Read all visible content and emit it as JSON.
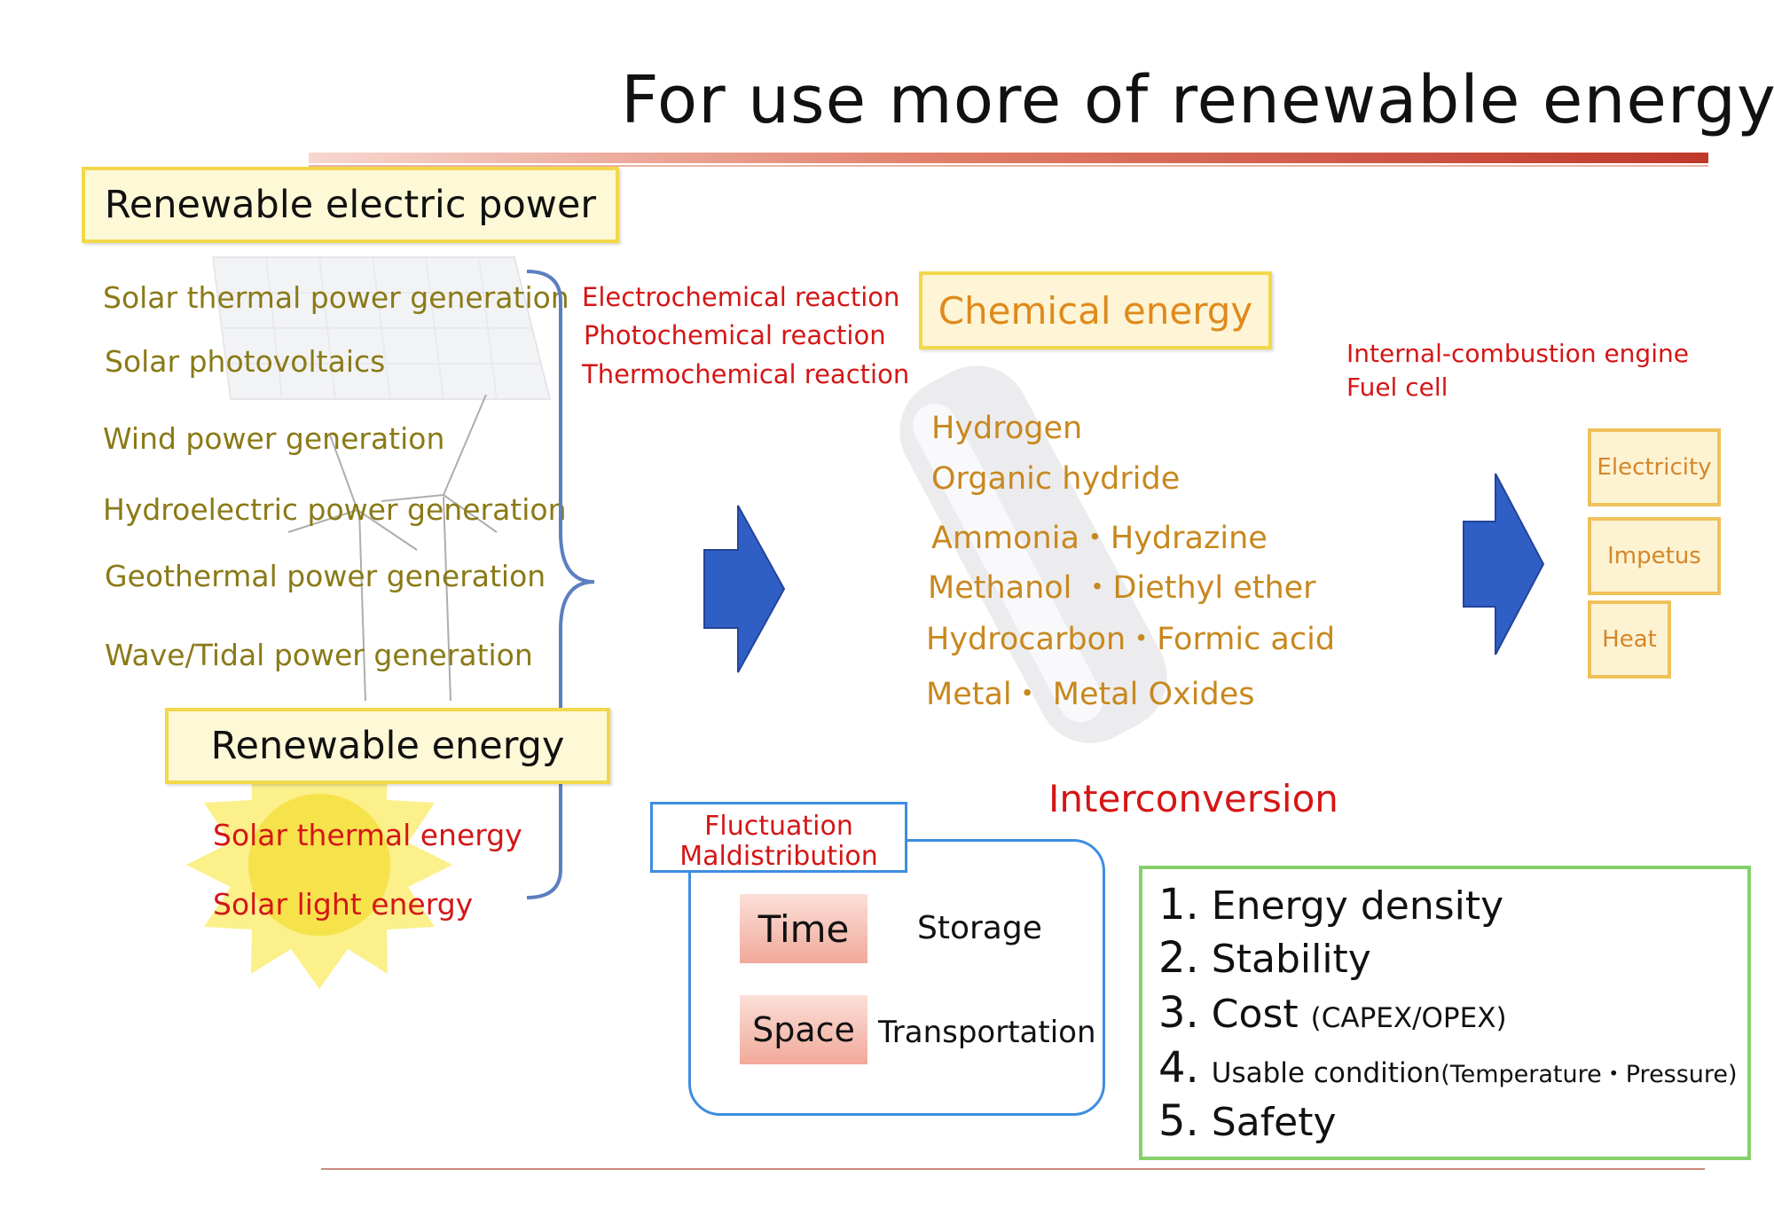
{
  "title": "For use more of renewable energy",
  "renewable_electric_power": {
    "heading": "Renewable electric power",
    "items": [
      "Solar thermal power generation",
      "Solar photovoltaics",
      "Wind power generation",
      "Hydroelectric power generation",
      "Geothermal power generation",
      "Wave/Tidal power generation"
    ]
  },
  "renewable_energy": {
    "heading": "Renewable energy",
    "items": [
      "Solar thermal energy",
      "Solar light energy"
    ]
  },
  "reactions": [
    "Electrochemical reaction",
    "Photochemical reaction",
    "Thermochemical reaction"
  ],
  "chemical_energy": {
    "heading": "Chemical energy",
    "carriers": [
      "Hydrogen",
      "Organic hydride",
      "Ammonia・Hydrazine",
      "Methanol ・Diethyl ether",
      "Hydrocarbon・Formic acid",
      "Metal・ Metal  Oxides"
    ]
  },
  "conversion_devices": [
    "Internal-combustion engine",
    "Fuel cell"
  ],
  "outputs": [
    "Electricity",
    "Impetus",
    "Heat"
  ],
  "interconversion": "Interconversion",
  "fluctuation": {
    "label_line1": "Fluctuation",
    "label_line2": "Maldistribution",
    "rows": [
      {
        "key": "Time",
        "value": "Storage"
      },
      {
        "key": "Space",
        "value": "Transportation"
      }
    ]
  },
  "criteria": [
    {
      "num": "1.",
      "text": "Energy density",
      "note": ""
    },
    {
      "num": "2.",
      "text": "Stability",
      "note": ""
    },
    {
      "num": "3.",
      "text": "Cost",
      "note": "(CAPEX/OPEX)"
    },
    {
      "num": "4.",
      "text": "Usable condition",
      "note": "(Temperature・Pressure)"
    },
    {
      "num": "5.",
      "text": "Safety",
      "note": ""
    }
  ],
  "colors": {
    "title_rule": "#c0392b",
    "yellow_box_border": "#f2d84a",
    "brace": "#5b7fc0",
    "arrow": "#2f5fc4",
    "olive_text": "#8a7a17",
    "red_text": "#d41616",
    "orange_text": "#c8881e",
    "blue_box": "#3d8de0",
    "green_box": "#86d06a"
  }
}
